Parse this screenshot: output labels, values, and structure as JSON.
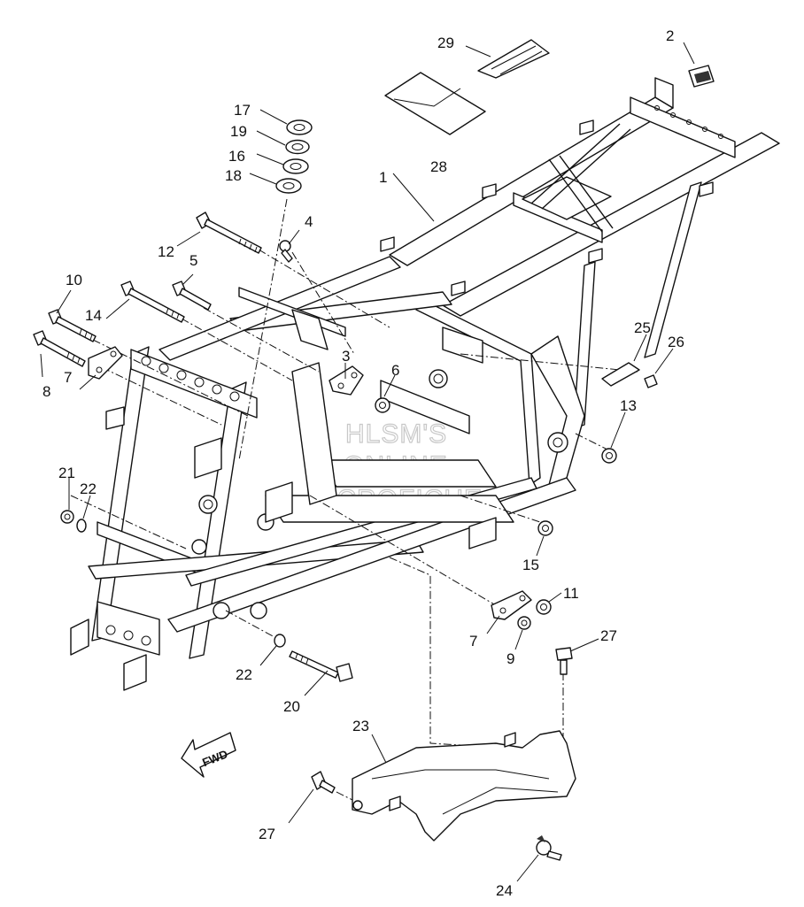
{
  "watermark": {
    "line1": "HLSM'S",
    "line2": "ONLINE",
    "line3": "MICROFICHE"
  },
  "fwd_label": "FWD",
  "callouts": {
    "c1": "1",
    "c2": "2",
    "c3": "3",
    "c4": "4",
    "c5": "5",
    "c6": "6",
    "c7a": "7",
    "c7b": "7",
    "c8": "8",
    "c9": "9",
    "c10": "10",
    "c11": "11",
    "c12": "12",
    "c13": "13",
    "c14": "14",
    "c15": "15",
    "c16": "16",
    "c17": "17",
    "c18": "18",
    "c19": "19",
    "c20": "20",
    "c21": "21",
    "c22a": "22",
    "c22b": "22",
    "c23": "23",
    "c24": "24",
    "c25": "25",
    "c26": "26",
    "c27a": "27",
    "c27b": "27",
    "c28": "28",
    "c29": "29"
  }
}
